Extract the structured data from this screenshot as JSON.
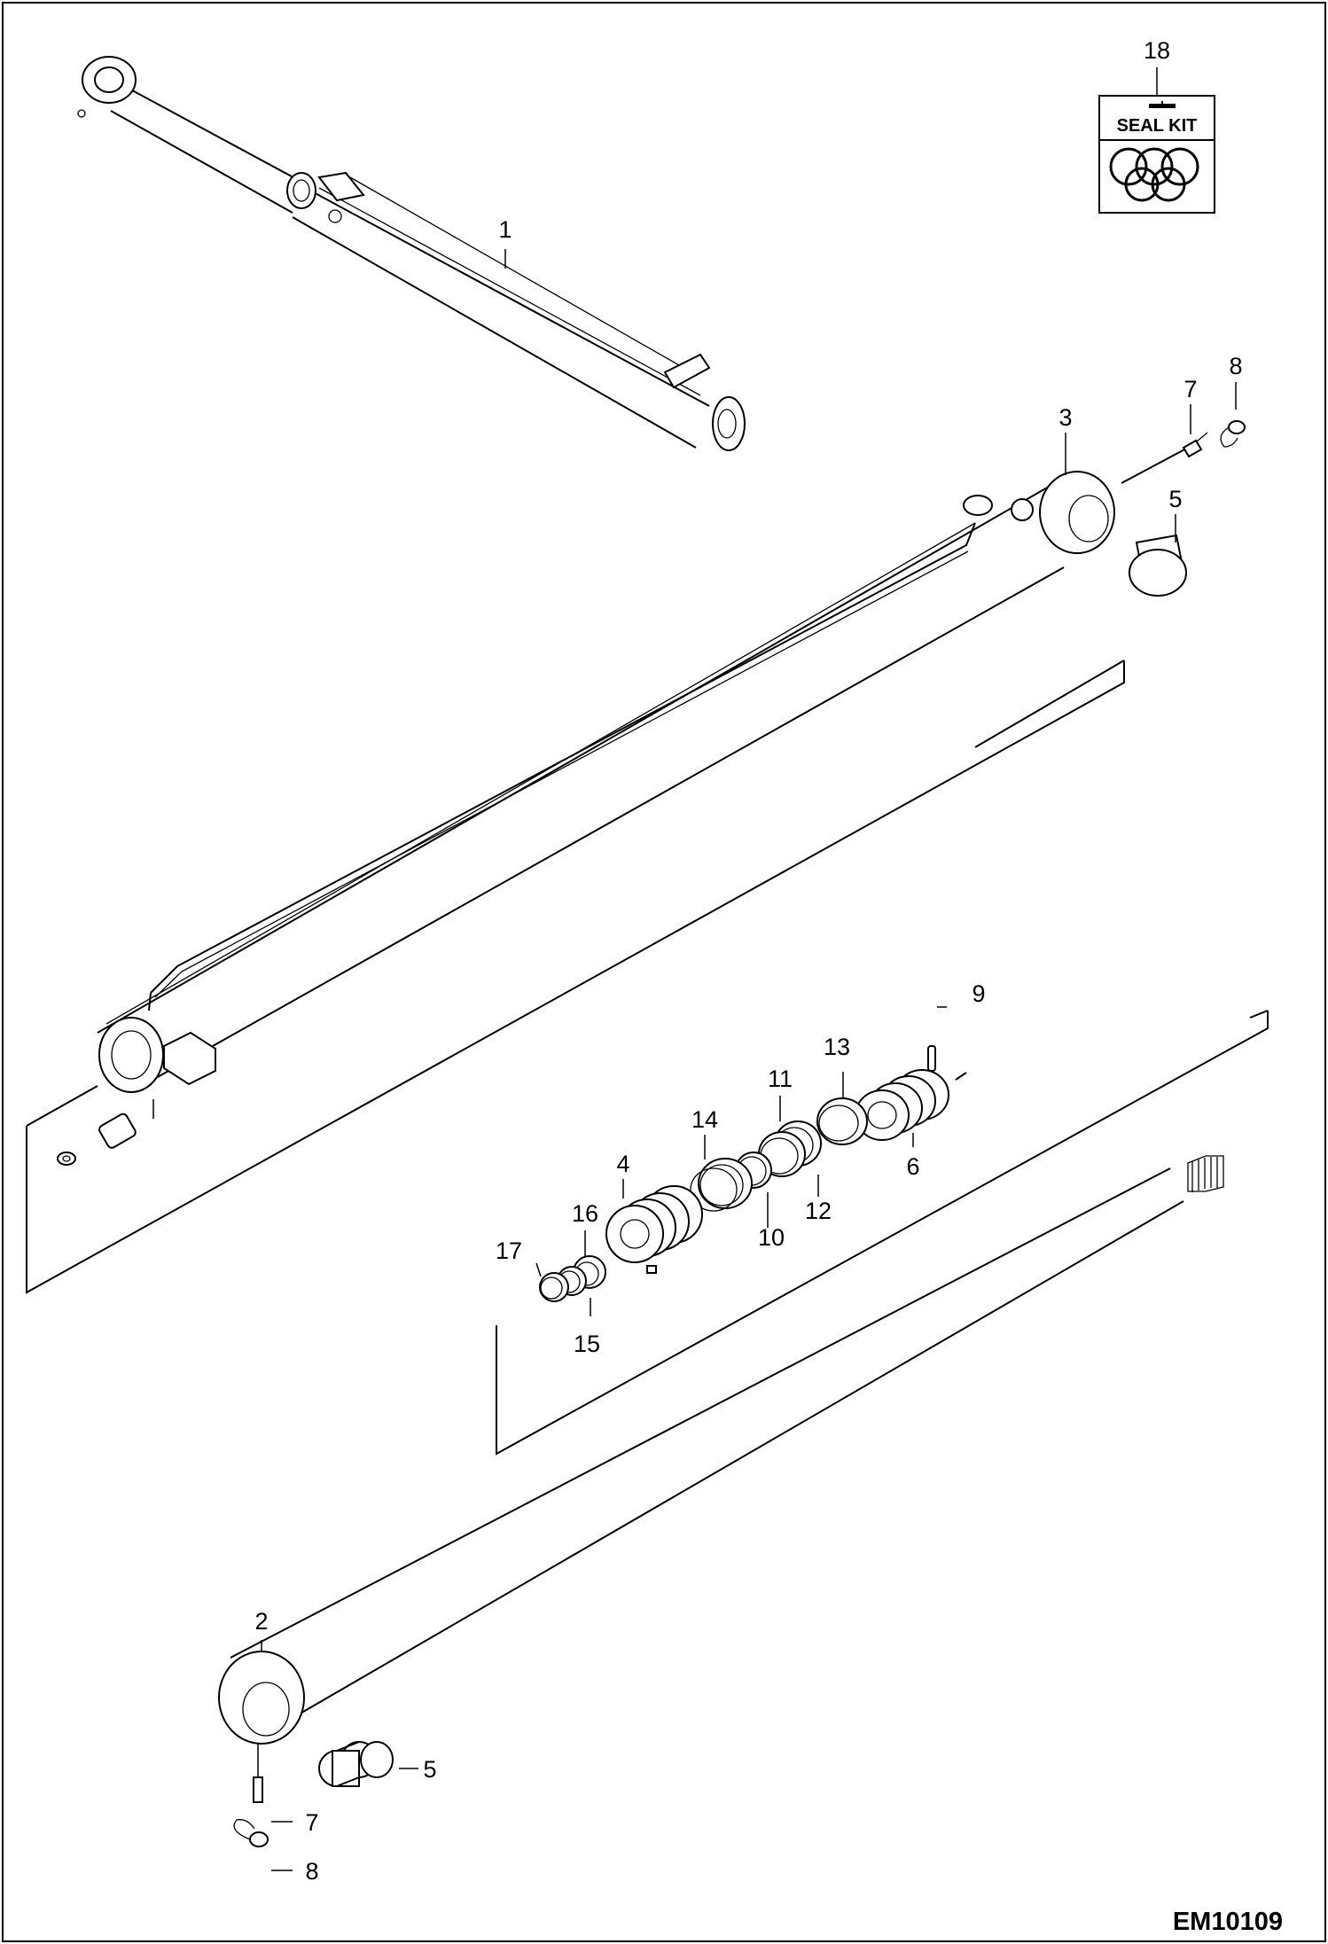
{
  "document_id": "EM10109",
  "seal_kit": {
    "number": "18",
    "label": "SEAL KIT"
  },
  "callouts": [
    {
      "id": "c1",
      "text": "1"
    },
    {
      "id": "c2",
      "text": "2"
    },
    {
      "id": "c3",
      "text": "3"
    },
    {
      "id": "c4",
      "text": "4"
    },
    {
      "id": "c5a",
      "text": "5"
    },
    {
      "id": "c5b",
      "text": "5"
    },
    {
      "id": "c6",
      "text": "6"
    },
    {
      "id": "c7a",
      "text": "7"
    },
    {
      "id": "c7b",
      "text": "7"
    },
    {
      "id": "c8a",
      "text": "8"
    },
    {
      "id": "c8b",
      "text": "8"
    },
    {
      "id": "c9",
      "text": "9"
    },
    {
      "id": "c10",
      "text": "10"
    },
    {
      "id": "c11",
      "text": "11"
    },
    {
      "id": "c12",
      "text": "12"
    },
    {
      "id": "c13",
      "text": "13"
    },
    {
      "id": "c14",
      "text": "14"
    },
    {
      "id": "c15",
      "text": "15"
    },
    {
      "id": "c16",
      "text": "16"
    },
    {
      "id": "c17",
      "text": "17"
    }
  ]
}
